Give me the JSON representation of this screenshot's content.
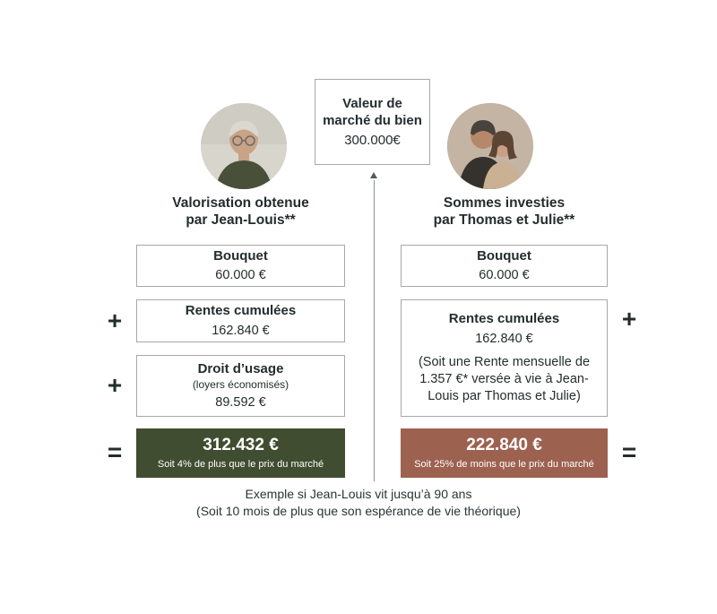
{
  "market_box": {
    "title": "Valeur de marché du bien",
    "amount": "300.000€"
  },
  "left_column": {
    "heading_line1": "Valorisation obtenue",
    "heading_line2": "par Jean-Louis**",
    "bouquet": {
      "title": "Bouquet",
      "amount": "60.000 €"
    },
    "rentes": {
      "title": "Rentes cumulées",
      "amount": "162.840 €"
    },
    "droit": {
      "title": "Droit d’usage",
      "subtitle": "(loyers économisés)",
      "amount": "89.592 €"
    },
    "operator_plus1": "+",
    "operator_plus2": "+",
    "operator_equals": "=",
    "total": {
      "amount": "312.432 €",
      "note": "Soit 4% de plus que le prix du marché"
    }
  },
  "right_column": {
    "heading_line1": "Sommes investies",
    "heading_line2": "par Thomas et Julie**",
    "bouquet": {
      "title": "Bouquet",
      "amount": "60.000 €"
    },
    "rentes": {
      "title": "Rentes cumulées",
      "amount": "162.840 €",
      "note": "(Soit une Rente mensuelle de 1.357 €* versée à vie à Jean-Louis par Thomas et Julie)"
    },
    "operator_plus": "+",
    "operator_equals": "=",
    "total": {
      "amount": "222.840 €",
      "note": "Soit 25% de moins que le prix du marché"
    }
  },
  "footer": {
    "line1": "Exemple si Jean-Louis vit jusqu’à 90 ans",
    "line2": "(Soit 10 mois de plus que son espérance de vie théorique)"
  },
  "icons": {
    "left_avatar": "jean-louis-photo",
    "right_avatar": "thomas-julie-photo",
    "divider_arrow": "up-arrow"
  },
  "colors": {
    "left_total_bg": "#414d30",
    "right_total_bg": "#9d6150",
    "box_border": "#a6a9a9",
    "text": "#232d2e"
  }
}
